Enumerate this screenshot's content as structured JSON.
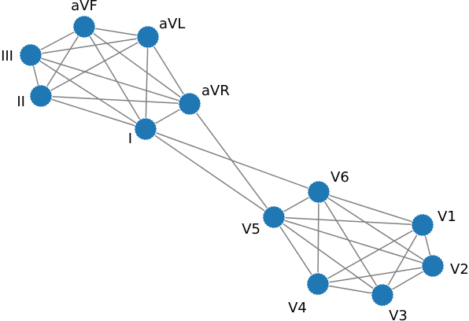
{
  "graph": {
    "node_color": "#1f77b4",
    "edge_color": "#808080",
    "nodes": [
      {
        "id": "aVF",
        "label": "aVF"
      },
      {
        "id": "aVL",
        "label": "aVL"
      },
      {
        "id": "III",
        "label": "III"
      },
      {
        "id": "II",
        "label": "II"
      },
      {
        "id": "aVR",
        "label": "aVR"
      },
      {
        "id": "I",
        "label": "I"
      },
      {
        "id": "V6",
        "label": "V6"
      },
      {
        "id": "V5",
        "label": "V5"
      },
      {
        "id": "V1",
        "label": "V1"
      },
      {
        "id": "V2",
        "label": "V2"
      },
      {
        "id": "V4",
        "label": "V4"
      },
      {
        "id": "V3",
        "label": "V3"
      }
    ],
    "edges": [
      [
        "aVF",
        "aVL"
      ],
      [
        "aVF",
        "III"
      ],
      [
        "aVF",
        "II"
      ],
      [
        "aVF",
        "aVR"
      ],
      [
        "aVF",
        "I"
      ],
      [
        "aVL",
        "III"
      ],
      [
        "aVL",
        "II"
      ],
      [
        "aVL",
        "aVR"
      ],
      [
        "aVL",
        "I"
      ],
      [
        "III",
        "II"
      ],
      [
        "III",
        "aVR"
      ],
      [
        "III",
        "I"
      ],
      [
        "II",
        "aVR"
      ],
      [
        "II",
        "I"
      ],
      [
        "aVR",
        "I"
      ],
      [
        "aVR",
        "V5"
      ],
      [
        "I",
        "V6"
      ],
      [
        "I",
        "V5"
      ],
      [
        "V6",
        "V5"
      ],
      [
        "V6",
        "V1"
      ],
      [
        "V6",
        "V2"
      ],
      [
        "V6",
        "V4"
      ],
      [
        "V6",
        "V3"
      ],
      [
        "V5",
        "V1"
      ],
      [
        "V5",
        "V2"
      ],
      [
        "V5",
        "V4"
      ],
      [
        "V5",
        "V3"
      ],
      [
        "V1",
        "V2"
      ],
      [
        "V1",
        "V4"
      ],
      [
        "V1",
        "V3"
      ],
      [
        "V2",
        "V4"
      ],
      [
        "V2",
        "V3"
      ],
      [
        "V4",
        "V3"
      ]
    ]
  }
}
